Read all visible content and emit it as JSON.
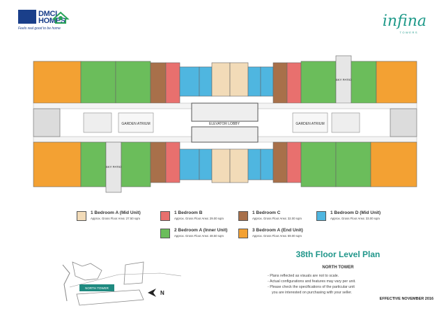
{
  "header": {
    "brand_line1": "DMCI",
    "brand_line2": "HOMES",
    "tagline": "Feels real good to be home",
    "project": "infina",
    "project_sub": "TOWERS"
  },
  "plan_labels": {
    "elevator_lobby": "ELEVATOR LOBBY",
    "garden_atrium_left": "GARDEN ATRIUM",
    "garden_atrium_right": "GARDEN ATRIUM",
    "sky_patio_top": "SKY PATIO",
    "sky_patio_bottom": "SKY PATIO"
  },
  "legend": [
    {
      "title": "1 Bedroom A (Mid Unit)",
      "area": "Approx. Gross Floor Area: 27.50 sqm",
      "color": "#f2dbb8"
    },
    {
      "title": "1 Bedroom B",
      "area": "Approx. Gross Floor Area: 29.00 sqm",
      "color": "#e8706e"
    },
    {
      "title": "1 Bedroom C",
      "area": "Approx. Gross Floor Area: 32.00 sqm",
      "color": "#a8704a"
    },
    {
      "title": "1 Bedroom D (Mid Unit)",
      "area": "Approx. Gross Floor Area: 33.00 sqm",
      "color": "#4fb6e0"
    },
    {
      "title": "2 Bedroom A (Inner Unit)",
      "area": "Approx. Gross Floor Area: 48.50 sqm",
      "color": "#6bbd5b"
    },
    {
      "title": "3 Bedroom A (End Unit)",
      "area": "Approx. Gross Floor Area: 69.00 sqm",
      "color": "#f3a133"
    }
  ],
  "info": {
    "title": "38th Floor Level Plan",
    "tower": "NORTH TOWER",
    "notes": [
      "- Plans reflected as visuals are not to scale.",
      "- Actual configurations and features may vary per unit.",
      "- Please check the specifications of the particular unit",
      "  you are interested on purchasing with your seller."
    ],
    "effective": "EFFECTIVE NOVEMBER 2016"
  },
  "sitemap": {
    "tower_label": "NORTH TOWER",
    "north": "N"
  }
}
